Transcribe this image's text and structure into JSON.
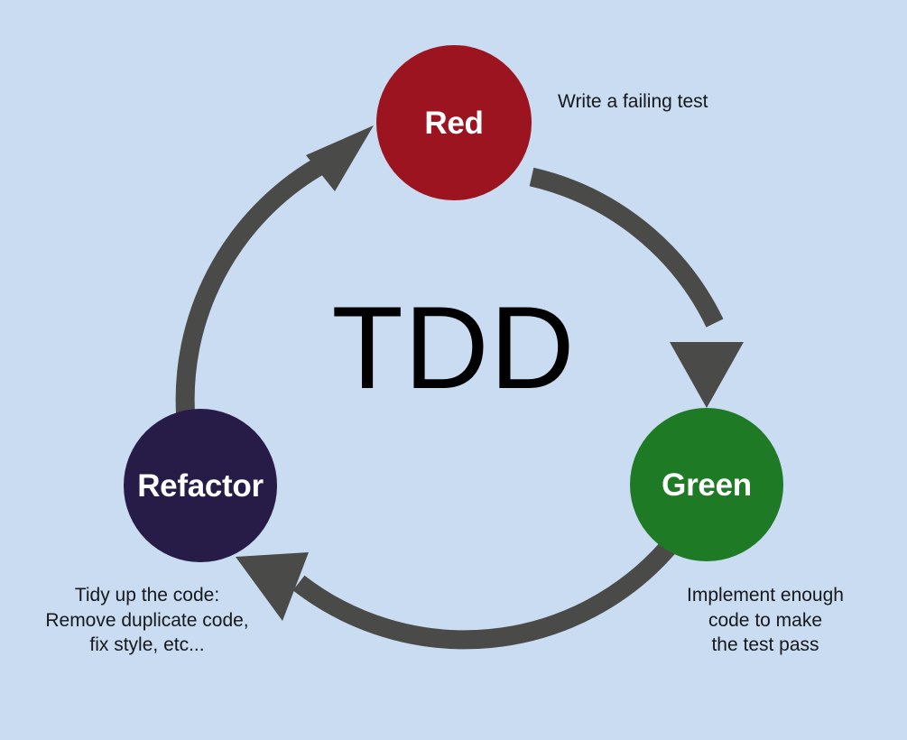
{
  "diagram": {
    "title": "TDD",
    "background_color": "#c9dcf1",
    "arrow_color": "#4a4a48",
    "nodes": [
      {
        "id": "red",
        "label": "Red",
        "color": "#9c1420",
        "caption": "Write a failing test"
      },
      {
        "id": "green",
        "label": "Green",
        "color": "#1f7a26",
        "caption_lines": [
          "Implement enough",
          "code to make",
          "the test pass"
        ]
      },
      {
        "id": "refactor",
        "label": "Refactor",
        "color": "#271b48",
        "caption_lines": [
          "Tidy up the code:",
          "Remove duplicate code,",
          "fix style, etc..."
        ]
      }
    ],
    "captions": {
      "red": "Write a failing test",
      "green_line1": "Implement enough",
      "green_line2": "code to make",
      "green_line3": "the test pass",
      "refactor_line1": "Tidy up the code:",
      "refactor_line2": "Remove duplicate code,",
      "refactor_line3": "fix style, etc..."
    },
    "arrows": [
      {
        "from": "red",
        "to": "green",
        "direction": "clockwise"
      },
      {
        "from": "green",
        "to": "refactor",
        "direction": "clockwise"
      },
      {
        "from": "refactor",
        "to": "red",
        "direction": "clockwise"
      }
    ]
  }
}
